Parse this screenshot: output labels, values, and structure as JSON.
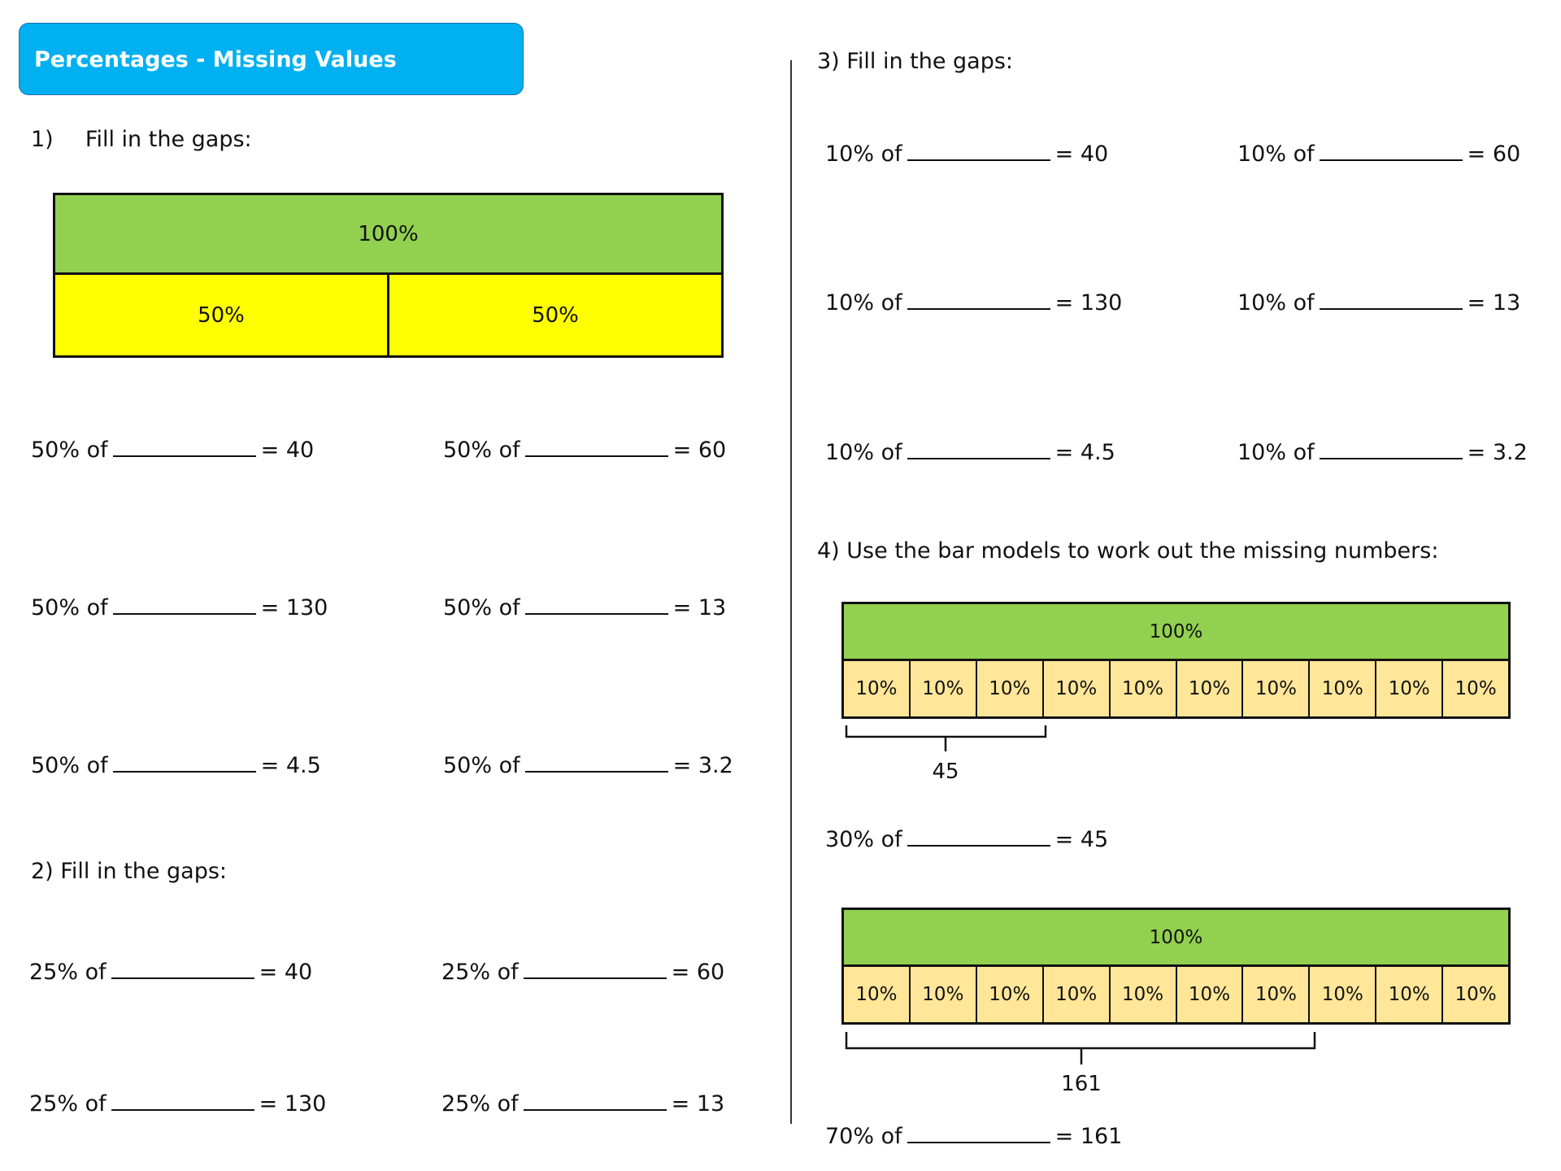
{
  "title": "Percentages - Missing Values",
  "q1": {
    "heading_num": "1)",
    "heading_text": "Fill in the gaps:",
    "bar_whole": "100%",
    "bar_halves": [
      "50%",
      "50%"
    ],
    "items": [
      {
        "prefix": "50% of",
        "result": "= 40"
      },
      {
        "prefix": "50% of",
        "result": "= 60"
      },
      {
        "prefix": "50% of",
        "result": "= 130"
      },
      {
        "prefix": "50% of",
        "result": "= 13"
      },
      {
        "prefix": "50% of",
        "result": "= 4.5"
      },
      {
        "prefix": "50% of",
        "result": "= 3.2"
      }
    ]
  },
  "q2": {
    "heading": "2) Fill in the gaps:",
    "items": [
      {
        "prefix": "25% of",
        "result": "= 40"
      },
      {
        "prefix": "25% of",
        "result": "= 60"
      },
      {
        "prefix": "25% of",
        "result": "= 130"
      },
      {
        "prefix": "25% of",
        "result": "= 13"
      }
    ]
  },
  "q3": {
    "heading": "3) Fill in the gaps:",
    "items": [
      {
        "prefix": "10% of",
        "result": "= 40"
      },
      {
        "prefix": "10% of",
        "result": "= 60"
      },
      {
        "prefix": "10% of",
        "result": "= 130"
      },
      {
        "prefix": "10% of",
        "result": "= 13"
      },
      {
        "prefix": "10% of",
        "result": "= 4.5"
      },
      {
        "prefix": "10% of",
        "result": "= 3.2"
      }
    ]
  },
  "q4": {
    "heading": "4) Use the bar models to work out the missing numbers:",
    "models": [
      {
        "whole": "100%",
        "parts": [
          "10%",
          "10%",
          "10%",
          "10%",
          "10%",
          "10%",
          "10%",
          "10%",
          "10%",
          "10%"
        ],
        "brace_cells": 3,
        "brace_value": "45",
        "question": {
          "prefix": "30% of",
          "result": "= 45"
        }
      },
      {
        "whole": "100%",
        "parts": [
          "10%",
          "10%",
          "10%",
          "10%",
          "10%",
          "10%",
          "10%",
          "10%",
          "10%",
          "10%"
        ],
        "brace_cells": 7,
        "brace_value": "161",
        "question": {
          "prefix": "70% of",
          "result": "= 161"
        }
      }
    ]
  }
}
